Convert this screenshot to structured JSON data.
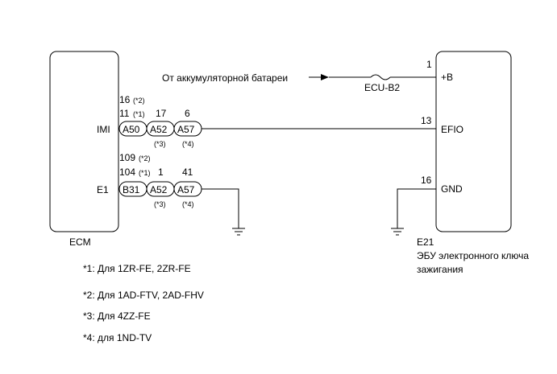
{
  "ecm": {
    "label": "ECM",
    "pins": {
      "imi": {
        "name": "IMI",
        "num_top": "16",
        "note_top": "(*2)",
        "num_bottom": "11",
        "note_bottom": "(*1)",
        "connectors": [
          {
            "id": "A50",
            "pin": "",
            "note": ""
          },
          {
            "id": "A52",
            "pin": "17",
            "note": "(*3)"
          },
          {
            "id": "A57",
            "pin": "6",
            "note": "(*4)"
          }
        ]
      },
      "e1": {
        "name": "E1",
        "num_top": "109",
        "note_top": "(*2)",
        "num_bottom": "104",
        "note_bottom": "(*1)",
        "connectors": [
          {
            "id": "B31",
            "pin": "",
            "note": ""
          },
          {
            "id": "A52",
            "pin": "1",
            "note": "(*3)"
          },
          {
            "id": "A57",
            "pin": "41",
            "note": "(*4)"
          }
        ]
      }
    }
  },
  "e21": {
    "code": "E21",
    "name_line1": "ЭБУ электронного ключа",
    "name_line2": "зажигания",
    "pins": {
      "b": {
        "num": "1",
        "name": "+B"
      },
      "efio": {
        "num": "13",
        "name": "EFIO"
      },
      "gnd": {
        "num": "16",
        "name": "GND"
      }
    }
  },
  "battery": {
    "label": "От аккумуляторной батареи"
  },
  "fuse": {
    "label": "ECU-B2"
  },
  "notes": [
    "*1: Для 1ZR-FE, 2ZR-FE",
    "*2: Для 1AD-FTV, 2AD-FHV",
    "*3: Для 4ZZ-FE",
    "*4: для 1ND-TV"
  ]
}
